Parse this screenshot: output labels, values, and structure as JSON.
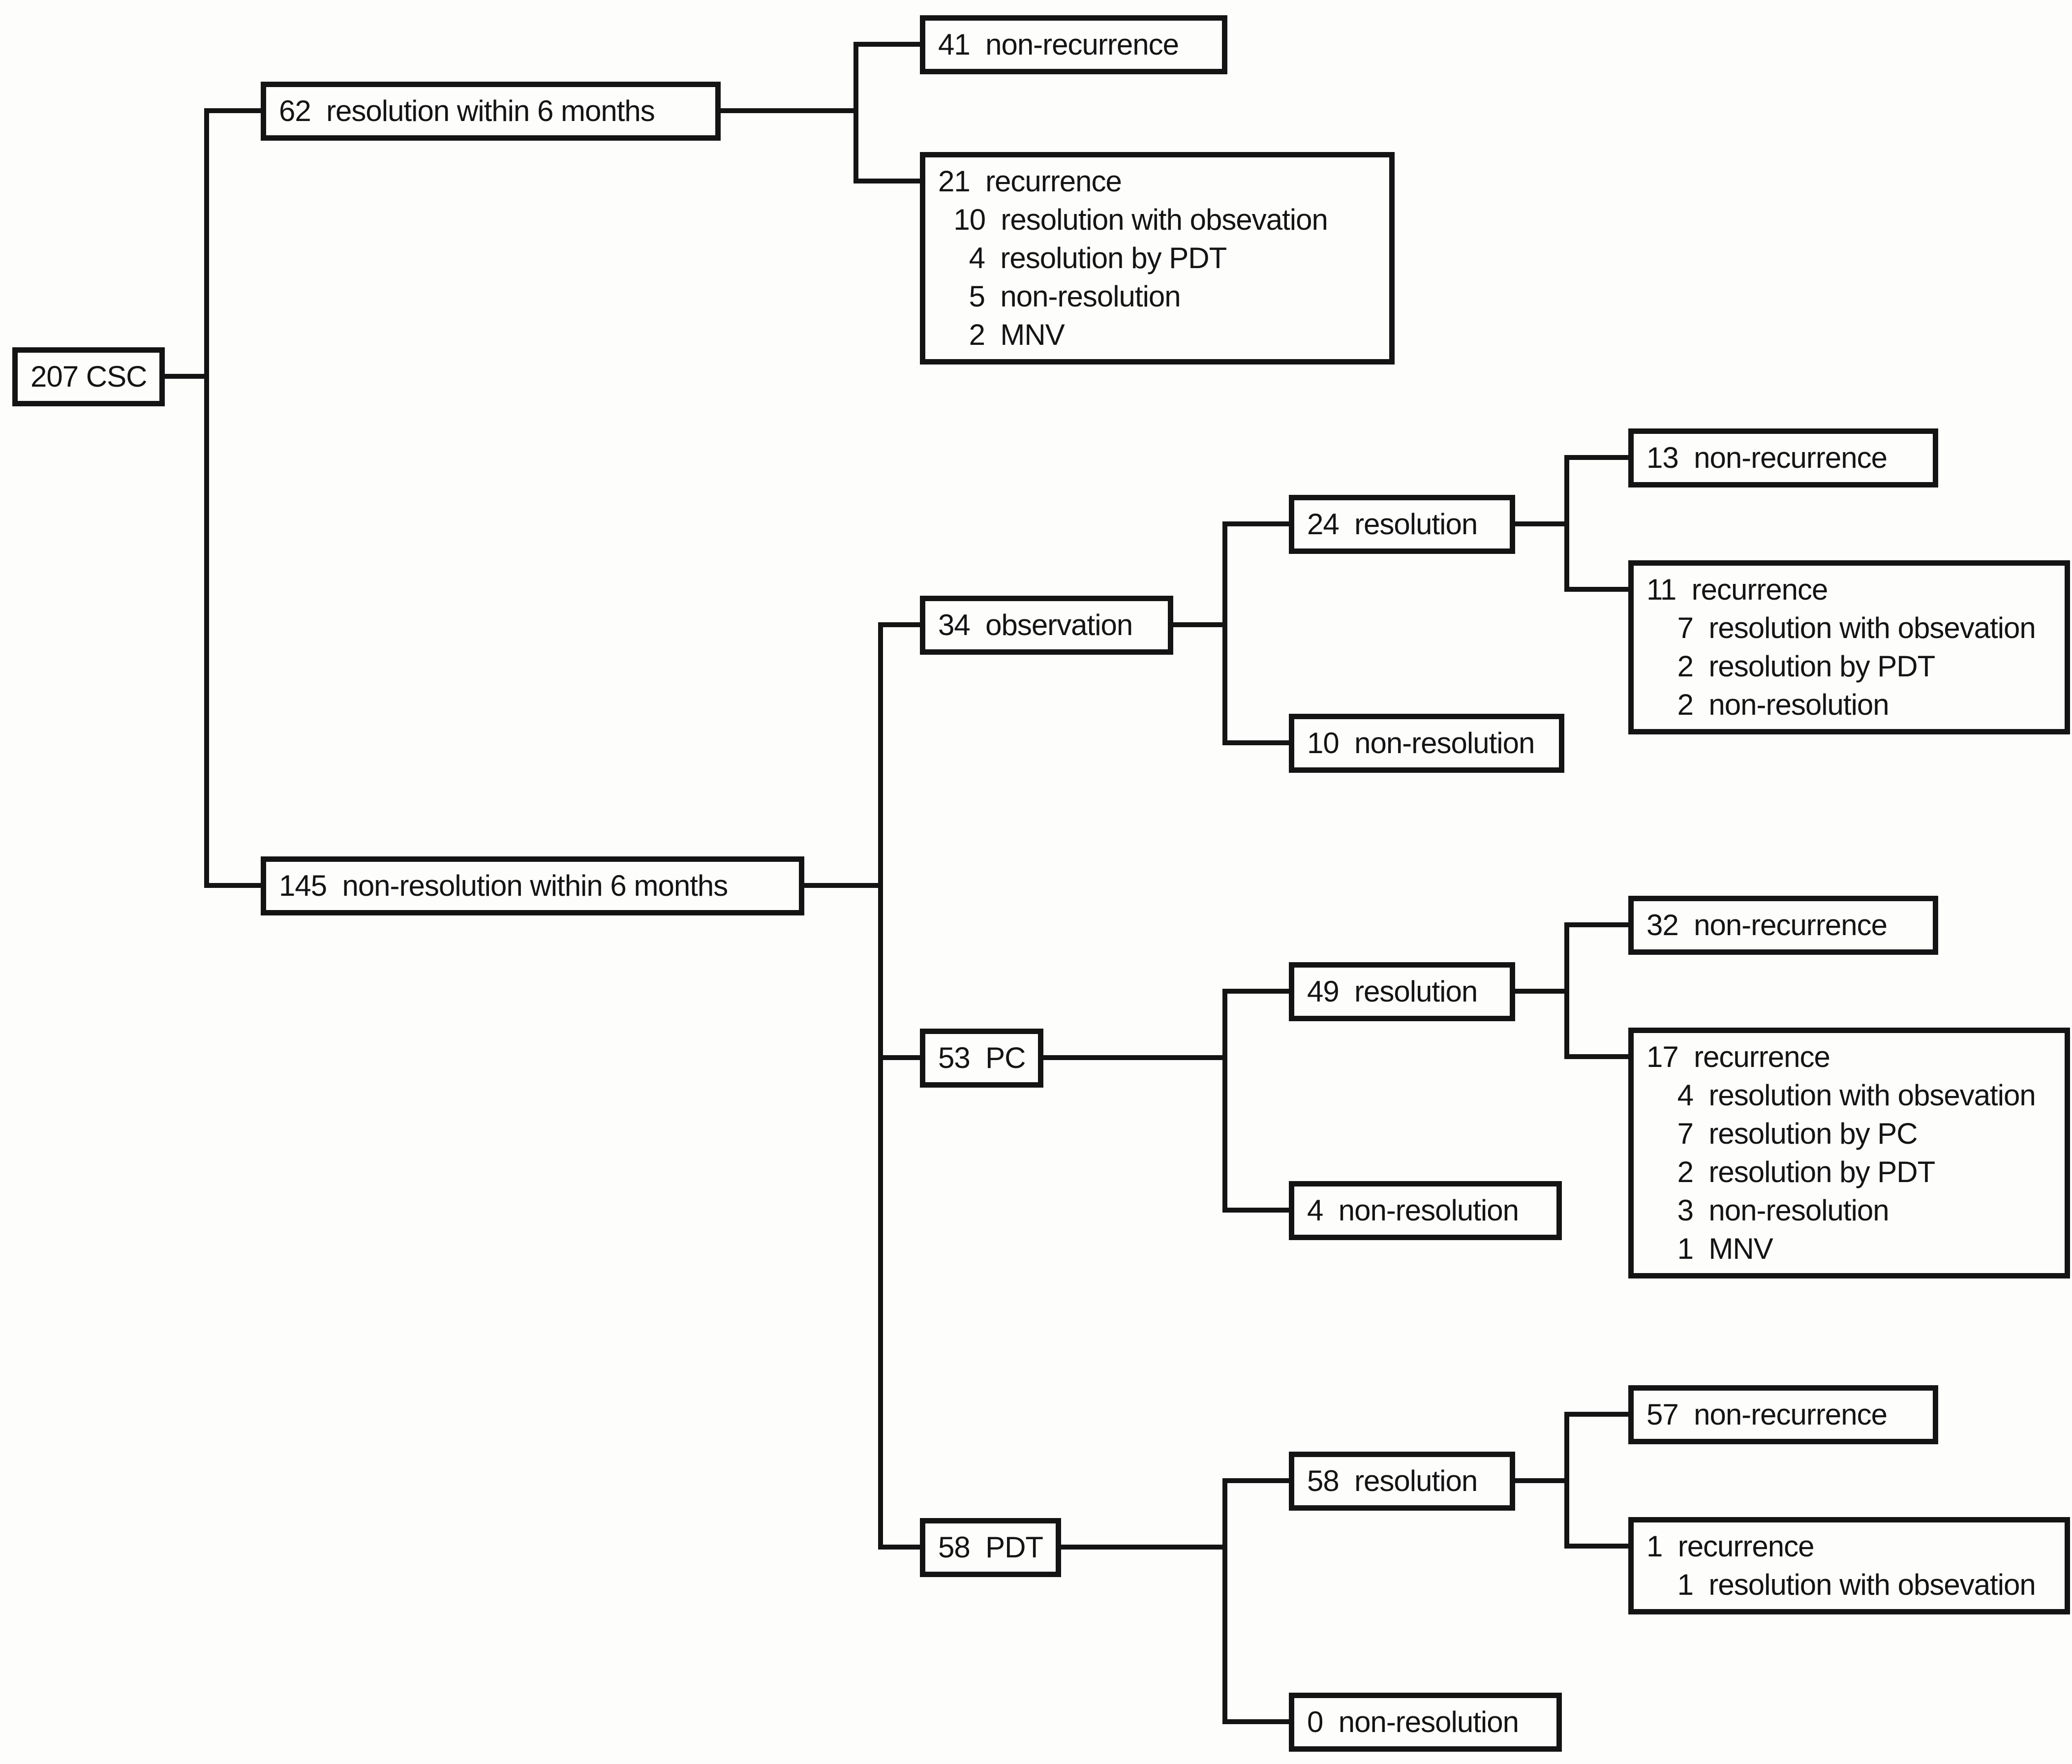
{
  "colors": {
    "ink": "#141414",
    "background": "#fdfdfc"
  },
  "boxes": {
    "csc": {
      "lines": [
        "207 CSC"
      ]
    },
    "b62": {
      "lines": [
        "62  resolution within 6 months"
      ]
    },
    "b41": {
      "lines": [
        "41  non-recurrence"
      ]
    },
    "b21": {
      "lines": [
        "21  recurrence",
        "  10  resolution with obsevation",
        "    4  resolution by PDT",
        "    5  non-resolution",
        "    2  MNV"
      ]
    },
    "b145": {
      "lines": [
        "145  non-resolution within 6 months"
      ]
    },
    "b34": {
      "lines": [
        "34  observation"
      ]
    },
    "b24": {
      "lines": [
        "24  resolution"
      ]
    },
    "b13": {
      "lines": [
        "13  non-recurrence"
      ]
    },
    "b11": {
      "lines": [
        "11  recurrence",
        "    7  resolution with obsevation",
        "    2  resolution by PDT",
        "    2  non-resolution"
      ]
    },
    "b10": {
      "lines": [
        "10  non-resolution"
      ]
    },
    "b53": {
      "lines": [
        "53  PC"
      ]
    },
    "b49": {
      "lines": [
        "49  resolution"
      ]
    },
    "b32": {
      "lines": [
        "32  non-recurrence"
      ]
    },
    "b17": {
      "lines": [
        "17  recurrence",
        "    4  resolution with obsevation",
        "    7  resolution by PC",
        "    2  resolution by PDT",
        "    3  non-resolution",
        "    1  MNV"
      ]
    },
    "b4": {
      "lines": [
        "4  non-resolution"
      ]
    },
    "b58": {
      "lines": [
        "58  PDT"
      ]
    },
    "b58r": {
      "lines": [
        "58  resolution"
      ]
    },
    "b57": {
      "lines": [
        "57  non-recurrence"
      ]
    },
    "b1": {
      "lines": [
        "1  recurrence",
        "    1  resolution with obsevation"
      ]
    },
    "b0": {
      "lines": [
        "0  non-resolution"
      ]
    }
  }
}
